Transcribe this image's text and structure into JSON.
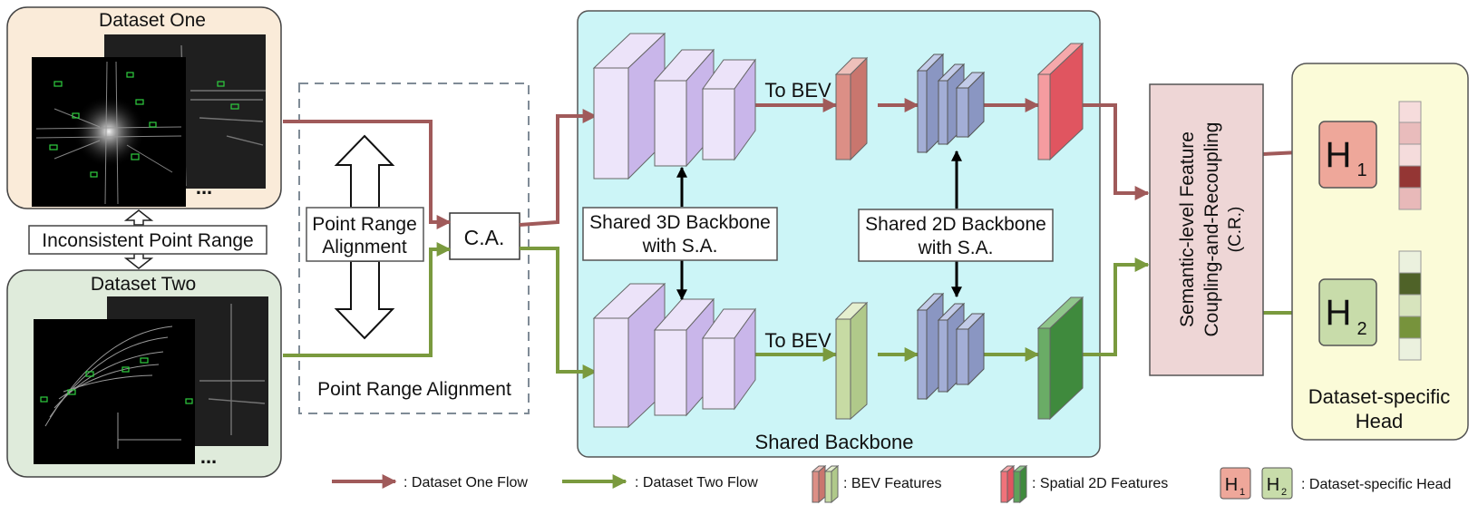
{
  "datasets": {
    "one": {
      "title": "Dataset One",
      "ellipsis": "..."
    },
    "two": {
      "title": "Dataset Two",
      "ellipsis": "..."
    },
    "inconsistency_label": "Inconsistent Point Range"
  },
  "alignment": {
    "module_label_line1": "Point Range",
    "module_label_line2": "Alignment",
    "section_title": "Point Range Alignment",
    "ca_label": "C.A."
  },
  "backbone": {
    "title": "Shared Backbone",
    "to_bev_top": "To BEV",
    "to_bev_bottom": "To BEV",
    "shared_3d_line1": "Shared 3D Backbone",
    "shared_3d_line2": "with S.A.",
    "shared_2d_line1": "Shared 2D Backbone",
    "shared_2d_line2": "with S.A."
  },
  "recoupling": {
    "line1": "Semantic-level Feature",
    "line2": "Coupling-and-Recoupling",
    "line3": "(C.R.)"
  },
  "heads": {
    "h1_main": "H",
    "h1_sub": "1",
    "h2_main": "H",
    "h2_sub": "2",
    "title_line1": "Dataset-specific",
    "title_line2": "Head"
  },
  "legend": {
    "dataset_one_flow": ": Dataset One Flow",
    "dataset_two_flow": ": Dataset Two Flow",
    "bev_features": ": BEV Features",
    "spatial_2d_features": ": Spatial 2D Features",
    "h1_main": "H",
    "h1_sub": "1",
    "h2_main": "H",
    "h2_sub": "2",
    "dataset_specific_head": ": Dataset-specific Head"
  },
  "colors": {
    "dataset_one_flow": "#a05a5a",
    "dataset_two_flow": "#7a9a3e",
    "dataset_one_bg": "#faebd9",
    "dataset_two_bg": "#dfebdb",
    "backbone_bg": "#ccf5f7",
    "recoupling_bg": "#eed6d6",
    "head_panel_bg": "#fbfbd8",
    "h1_fill": "#eea79a",
    "h2_fill": "#c8dcaa",
    "block_3d": "#dccdf2",
    "block_2d": "#a3aed6",
    "bev_red": "#dc8f86",
    "bev_green": "#c7dba4",
    "spatial_red": "#f0737a",
    "spatial_green": "#5ea35b"
  }
}
